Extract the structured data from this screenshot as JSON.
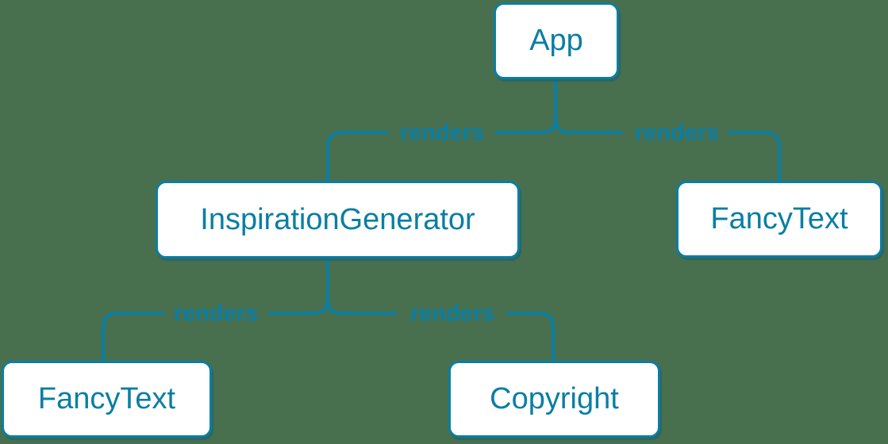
{
  "colors": {
    "background": "#48704F",
    "accent": "#0A7EA4",
    "node_fill": "#FFFFFF"
  },
  "diagram": {
    "type": "component-render-tree",
    "nodes": [
      {
        "id": "app",
        "label": "App"
      },
      {
        "id": "inspiration-generator",
        "label": "InspirationGenerator"
      },
      {
        "id": "fancy-text-top",
        "label": "FancyText"
      },
      {
        "id": "fancy-text-bottom",
        "label": "FancyText"
      },
      {
        "id": "copyright",
        "label": "Copyright"
      }
    ],
    "edges": [
      {
        "from": "App",
        "to": "InspirationGenerator",
        "label": "renders"
      },
      {
        "from": "App",
        "to": "FancyText",
        "label": "renders"
      },
      {
        "from": "InspirationGenerator",
        "to": "FancyText",
        "label": "renders"
      },
      {
        "from": "InspirationGenerator",
        "to": "Copyright",
        "label": "renders"
      }
    ]
  }
}
